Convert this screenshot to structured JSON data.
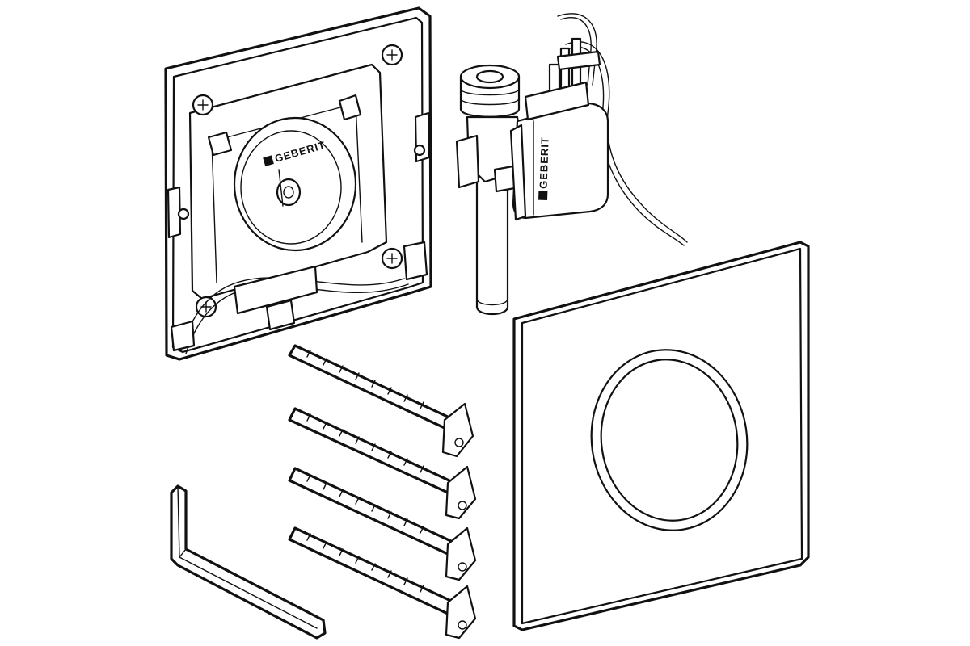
{
  "brand": {
    "logo_text": "GEBERIT",
    "line_color": "#111111",
    "background_color": "#ffffff"
  },
  "parts": [
    {
      "name": "mounting-frame",
      "icon": "mounting-frame-icon"
    },
    {
      "name": "solenoid-valve",
      "icon": "solenoid-valve-icon"
    },
    {
      "name": "cover-plate",
      "icon": "cover-plate-icon"
    },
    {
      "name": "threaded-rod",
      "count": 4,
      "icon": "threaded-rod-icon"
    },
    {
      "name": "hex-key",
      "icon": "hex-key-icon"
    }
  ]
}
